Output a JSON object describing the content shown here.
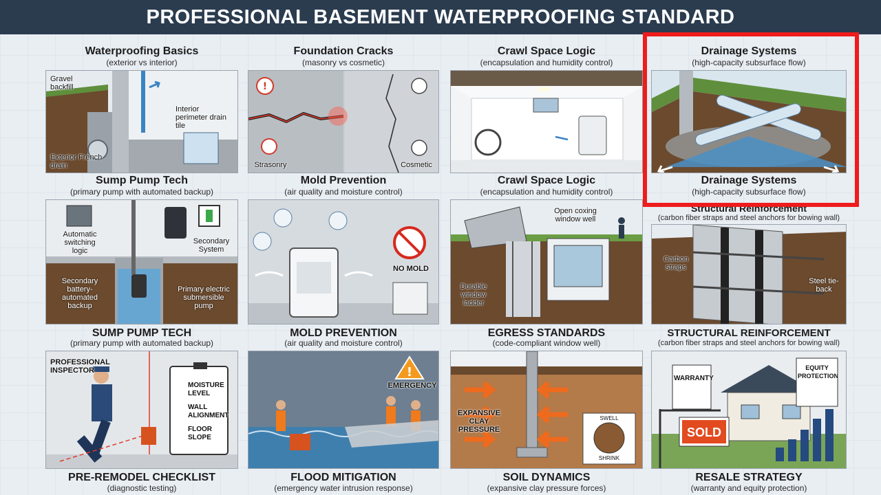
{
  "header": {
    "title": "PROFESSIONAL BASEMENT WATERPROOFING STANDARD"
  },
  "tiles": {
    "waterproofing": {
      "title": "Waterproofing Basics",
      "subtitle": "(exterior vs interior)",
      "labels": {
        "gravel": "Gravel backfill",
        "interior": "Interior perimeter drain tile",
        "exterior": "Exterior French drain"
      }
    },
    "cracks": {
      "title": "Foundation Cracks",
      "subtitle": "(masonry vs cosmetic)",
      "labels": {
        "masonry": "Strasonry",
        "cosmetic": "Cosmetic"
      }
    },
    "crawl_top": {
      "title": "Crawl Space Logic",
      "subtitle": "(encapsulation and humidity control)"
    },
    "drainage": {
      "title": "Drainage Systems",
      "subtitle": "(high-capacity subsurface flow)",
      "title_lower": "Drainage Systems",
      "subtitle_lower": "(high-capacity subsurface flow)"
    },
    "sump_upper": {
      "title": "Sump Pump Tech",
      "subtitle": "(primary pump with automated backup)"
    },
    "mold_upper": {
      "title": "Mold Prevention",
      "subtitle": "(air quality and moisture control)"
    },
    "crawl_mid": {
      "title": "Crawl Space Logic",
      "subtitle": "(encapsulation and humidity control)"
    },
    "structural_upper": {
      "title": "Structural Reinforcement",
      "subtitle": "(carbon fiber straps and steel anchors for bowing wall)"
    },
    "sump": {
      "title": "SUMP PUMP TECH",
      "subtitle": "(primary pump with automated backup)",
      "labels": {
        "switching": "Automatic switching logic",
        "secondary_sys": "Secondary System",
        "backup": "Secondary battery-automated backup",
        "primary": "Primary electric submersible pump"
      }
    },
    "mold": {
      "title": "MOLD PREVENTION",
      "subtitle": "(air quality and moisture control)",
      "labels": {
        "no_mold": "NO MOLD"
      }
    },
    "egress": {
      "title": "EGRESS STANDARDS",
      "subtitle": "(code-compliant window well)",
      "labels": {
        "open_well": "Open coxing window well",
        "ladder": "Durable window ladder"
      }
    },
    "structural": {
      "title": "STRUCTURAL REINFORCEMENT",
      "subtitle": "(carbon fiber straps and steel anchors for bowing wall)",
      "labels": {
        "straps": "Carbon straps",
        "tieback": "Steel tie-back"
      }
    },
    "checklist": {
      "title": "PRE-REMODEL CHECKLIST",
      "subtitle": "(diagnostic testing)",
      "labels": {
        "inspector": "PROFESSIONAL INSPECTOR",
        "item1": "MOISTURE LEVEL",
        "item2": "WALL ALIGNMENT",
        "item3": "FLOOR SLOPE"
      }
    },
    "flood": {
      "title": "FLOOD MITIGATION",
      "subtitle": "(emergency water intrusion response)",
      "labels": {
        "emergency": "EMERGENCY"
      }
    },
    "soil": {
      "title": "SOIL DYNAMICS",
      "subtitle": "(expansive clay pressure forces)",
      "labels": {
        "clay": "EXPANSIVE CLAY PRESSURE",
        "swell": "SWELL",
        "shrink": "SHRINK"
      }
    },
    "resale": {
      "title": "RESALE STRATEGY",
      "subtitle": "(warranty and equity protection)",
      "labels": {
        "warranty": "WARRANTY",
        "equity": "EQUITY PROTECTION",
        "sold": "SOLD"
      }
    }
  },
  "colors": {
    "banner": "#2b3c4f",
    "highlight": "#ee1c1c",
    "soil": "#6b4a2e",
    "water": "#4a8fc6"
  }
}
